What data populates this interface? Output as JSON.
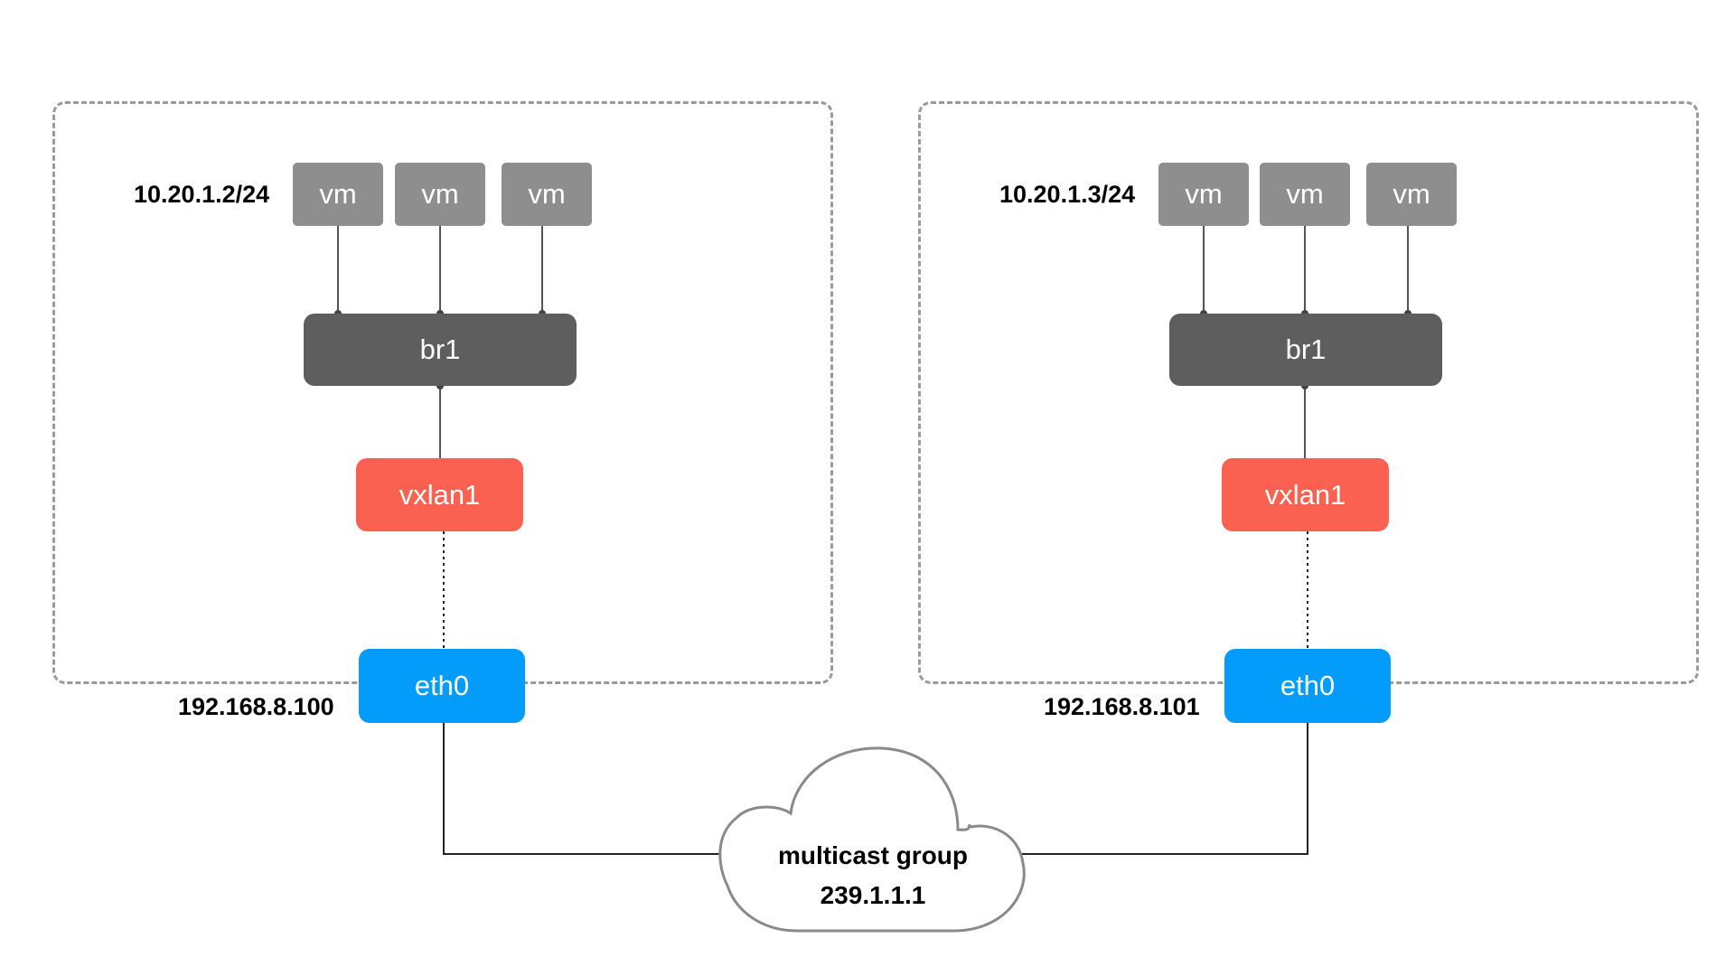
{
  "colors": {
    "vm": "#8e8e8e",
    "bridge": "#5e5e5e",
    "vxlan": "#fa6150",
    "eth": "#039cfa",
    "cloud_stroke": "#8a8a8a",
    "host_border": "#9a9a9a"
  },
  "hosts": [
    {
      "ip_vm": "10.20.1.2/24",
      "vms": [
        "vm",
        "vm",
        "vm"
      ],
      "bridge": "br1",
      "vxlan": "vxlan1",
      "eth": "eth0",
      "ip_eth": "192.168.8.100"
    },
    {
      "ip_vm": "10.20.1.3/24",
      "vms": [
        "vm",
        "vm",
        "vm"
      ],
      "bridge": "br1",
      "vxlan": "vxlan1",
      "eth": "eth0",
      "ip_eth": "192.168.8.101"
    }
  ],
  "cloud": {
    "line1": "multicast group",
    "line2": "239.1.1.1"
  }
}
